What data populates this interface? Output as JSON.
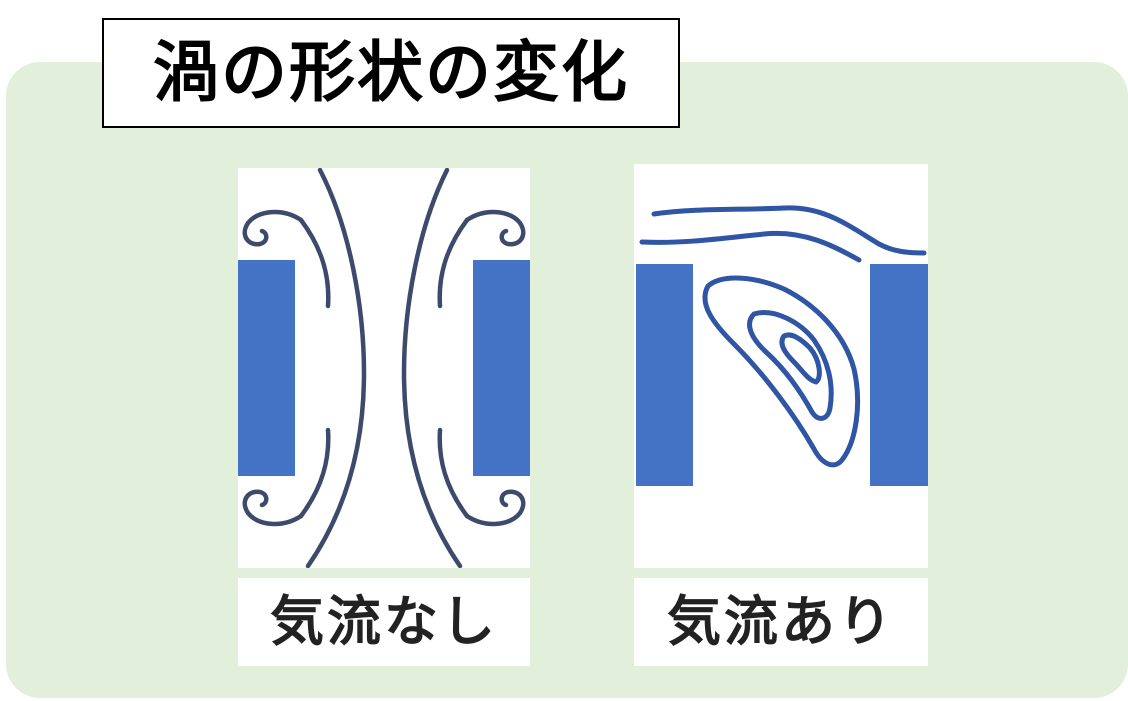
{
  "title": "渦の形状の変化",
  "panels": [
    {
      "caption": "気流なし"
    },
    {
      "caption": "気流あり"
    }
  ],
  "colors": {
    "background": "#e2efda",
    "wall": "#4472c4",
    "streamline_no_flow": "#3d4a6b",
    "streamline_flow": "#2f55a4"
  }
}
